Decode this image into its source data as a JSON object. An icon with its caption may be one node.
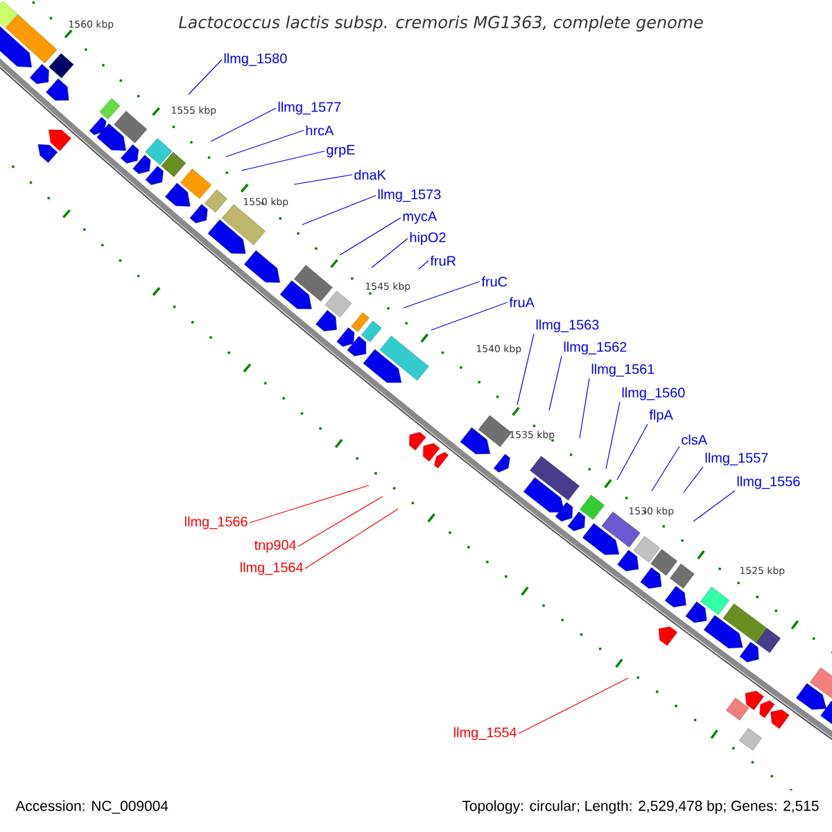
{
  "diagram": {
    "title": "Lactococcus lactis subsp. cremoris MG1363, complete genome",
    "nodes": [
      {
        "text": [
          "llmg_1580"
        ]
      },
      {
        "text": [
          "llmg_1577"
        ]
      },
      {
        "text": [
          "hrcA"
        ]
      },
      {
        "text": [
          "grpE"
        ]
      },
      {
        "text": [
          "dnaK"
        ]
      },
      {
        "text": [
          "llmg_1573"
        ]
      },
      {
        "text": [
          "mycA"
        ]
      },
      {
        "text": [
          "hipO2"
        ]
      },
      {
        "text": [
          "fruR"
        ]
      },
      {
        "text": [
          "fruC"
        ]
      },
      {
        "text": [
          "fruA"
        ]
      },
      {
        "text": [
          "llmg_1563"
        ]
      },
      {
        "text": [
          "llmg_1562"
        ]
      },
      {
        "text": [
          "llmg_1561"
        ]
      },
      {
        "text": [
          "llmg_1560"
        ]
      },
      {
        "text": [
          "flpA"
        ]
      },
      {
        "text": [
          "clsA"
        ]
      },
      {
        "text": [
          "llmg_1557"
        ]
      },
      {
        "text": [
          "llmg_1556"
        ]
      },
      {
        "text": [
          "llmg_1566"
        ]
      },
      {
        "text": [
          "tnp904"
        ]
      },
      {
        "text": [
          "llmg_1564"
        ]
      },
      {
        "text": [
          "llmg_1554"
        ]
      }
    ],
    "edges": [
      {
        "from": 0,
        "to": null,
        "arrow": "none"
      },
      {
        "from": 1,
        "to": null,
        "arrow": "none"
      },
      {
        "from": 2,
        "to": null,
        "arrow": "none"
      },
      {
        "from": 3,
        "to": null,
        "arrow": "none"
      },
      {
        "from": 4,
        "to": null,
        "arrow": "none"
      },
      {
        "from": 5,
        "to": null,
        "arrow": "none"
      },
      {
        "from": 6,
        "to": null,
        "arrow": "none"
      },
      {
        "from": 7,
        "to": null,
        "arrow": "none"
      },
      {
        "from": 8,
        "to": null,
        "arrow": "none"
      },
      {
        "from": 9,
        "to": null,
        "arrow": "none"
      },
      {
        "from": 10,
        "to": null,
        "arrow": "none"
      },
      {
        "from": 11,
        "to": null,
        "arrow": "none"
      },
      {
        "from": 12,
        "to": null,
        "arrow": "none"
      },
      {
        "from": 13,
        "to": null,
        "arrow": "none"
      },
      {
        "from": 14,
        "to": null,
        "arrow": "none"
      },
      {
        "from": 15,
        "to": null,
        "arrow": "none"
      },
      {
        "from": 16,
        "to": null,
        "arrow": "none"
      },
      {
        "from": 17,
        "to": null,
        "arrow": "none"
      },
      {
        "from": 18,
        "to": null,
        "arrow": "none"
      },
      {
        "from": 19,
        "to": null,
        "arrow": "none",
        "color": "#ff0000"
      },
      {
        "from": 20,
        "to": null,
        "arrow": "none",
        "color": "#ff0000"
      },
      {
        "from": 21,
        "to": null,
        "arrow": "none",
        "color": "#ff0000"
      },
      {
        "from": 22,
        "to": null,
        "arrow": "none",
        "color": "#ff0000"
      }
    ],
    "labels": [
      "1560 kbp",
      "1555 kbp",
      "1550 kbp",
      "1545 kbp",
      "1540 kbp",
      "1535 kbp",
      "1530 kbp",
      "1525 kbp",
      "Accession: NC_009004",
      "Topology: circular; Length: 2,529,478 bp; Genes: 2,515"
    ]
  }
}
